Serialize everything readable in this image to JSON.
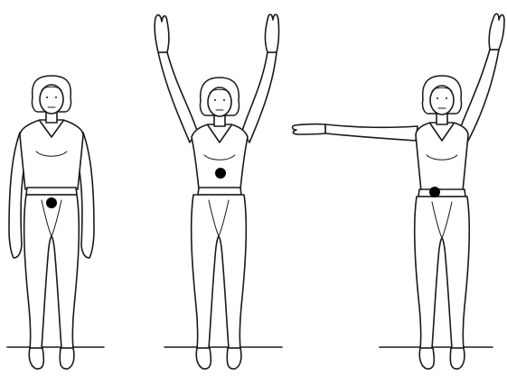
{
  "figure": {
    "panels": [
      {
        "pose": "arms-at-sides",
        "marker": "center-of-gravity-dot"
      },
      {
        "pose": "both-arms-raised",
        "marker": "center-of-gravity-dot"
      },
      {
        "pose": "one-arm-raised-one-arm-extended",
        "marker": "center-of-gravity-dot"
      }
    ],
    "colors": {
      "line": "#1a1a1a",
      "dot": "#000000",
      "background": "#ffffff"
    }
  }
}
